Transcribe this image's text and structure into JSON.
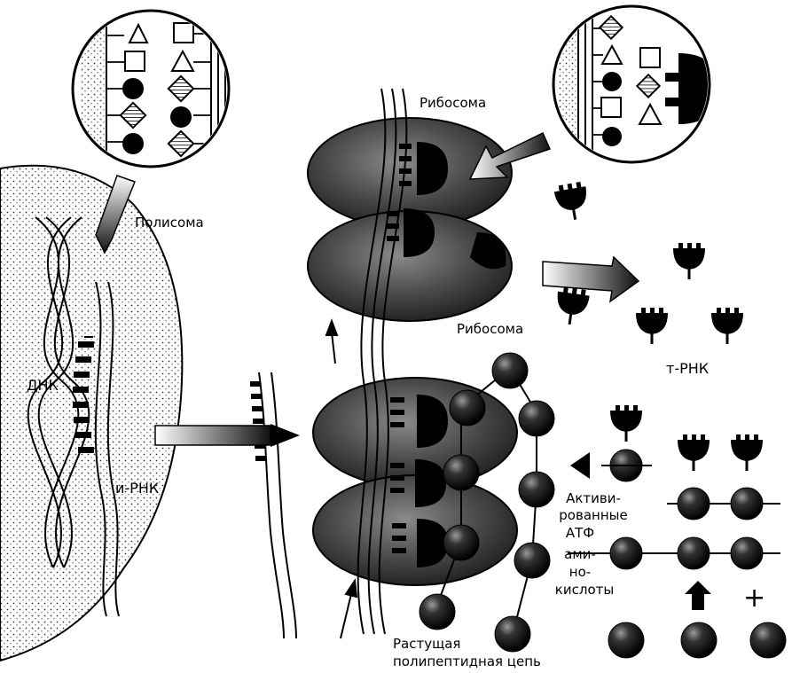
{
  "diagram": {
    "labels": {
      "polysome": "Полисома",
      "ribosome_top": "Рибосома",
      "ribosome_mid": "Рибосома",
      "dna": "ДНК",
      "mrna": "и-РНК",
      "trna": "т-РНК",
      "activated_1": "Активи-",
      "activated_2": "рованные",
      "atp": "АТФ",
      "amino_1": "ами-",
      "amino_2": "но-",
      "amino_3": "кислоты",
      "chain_1": "Растущая",
      "chain_2": "полипептидная цепь"
    },
    "symbols": {
      "plus": "+"
    },
    "colors": {
      "ink": "#000000",
      "paper": "#ffffff",
      "stipple": "#6a6a6a",
      "ribosome": "#3a3a3a"
    },
    "icons": [
      "triangle-icon",
      "square-icon",
      "circle-icon",
      "hatched-square-icon",
      "trna-icon",
      "amino-acid-ball-icon",
      "arrow-icon"
    ]
  }
}
